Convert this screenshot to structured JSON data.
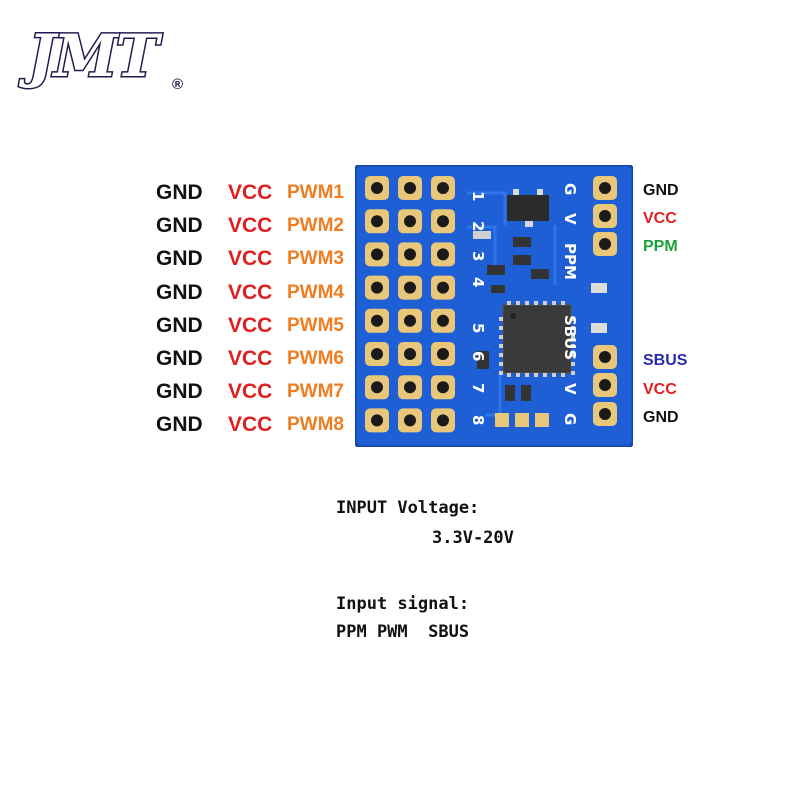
{
  "logo": {
    "text": "JMT",
    "registered": "®"
  },
  "left_pins": {
    "rows": [
      {
        "gnd": "GND",
        "vcc": "VCC",
        "pwm": "PWM1"
      },
      {
        "gnd": "GND",
        "vcc": "VCC",
        "pwm": "PWM2"
      },
      {
        "gnd": "GND",
        "vcc": "VCC",
        "pwm": "PWM3"
      },
      {
        "gnd": "GND",
        "vcc": "VCC",
        "pwm": "PWM4"
      },
      {
        "gnd": "GND",
        "vcc": "VCC",
        "pwm": "PWM5"
      },
      {
        "gnd": "GND",
        "vcc": "VCC",
        "pwm": "PWM6"
      },
      {
        "gnd": "GND",
        "vcc": "VCC",
        "pwm": "PWM7"
      },
      {
        "gnd": "GND",
        "vcc": "VCC",
        "pwm": "PWM8"
      }
    ]
  },
  "right_pins": {
    "top": [
      {
        "label": "GND",
        "color": "#111111"
      },
      {
        "label": "VCC",
        "color": "#e02020"
      },
      {
        "label": "PPM",
        "color": "#1aa23a"
      }
    ],
    "bottom": [
      {
        "label": "SBUS",
        "color": "#2a2ab0"
      },
      {
        "label": "VCC",
        "color": "#e02020"
      },
      {
        "label": "GND",
        "color": "#111111"
      }
    ]
  },
  "board": {
    "silk_numbers": [
      "1",
      "2",
      "3",
      "4",
      "5",
      "6",
      "7",
      "8"
    ],
    "silk_top": [
      "G",
      "V",
      "PPM"
    ],
    "silk_bottom": [
      "SBUS",
      "V",
      "G"
    ],
    "colors": {
      "pcb": "#1f5fd6",
      "pcb_edge": "#1748a8",
      "pad": "#e8c77a",
      "hole": "#1a1a1a",
      "chip": "#3a3a3a"
    }
  },
  "info": {
    "voltage_label": "INPUT Voltage:",
    "voltage_value": "3.3V-20V",
    "signal_label": "Input signal:",
    "signal_values": "PPM PWM  SBUS"
  }
}
